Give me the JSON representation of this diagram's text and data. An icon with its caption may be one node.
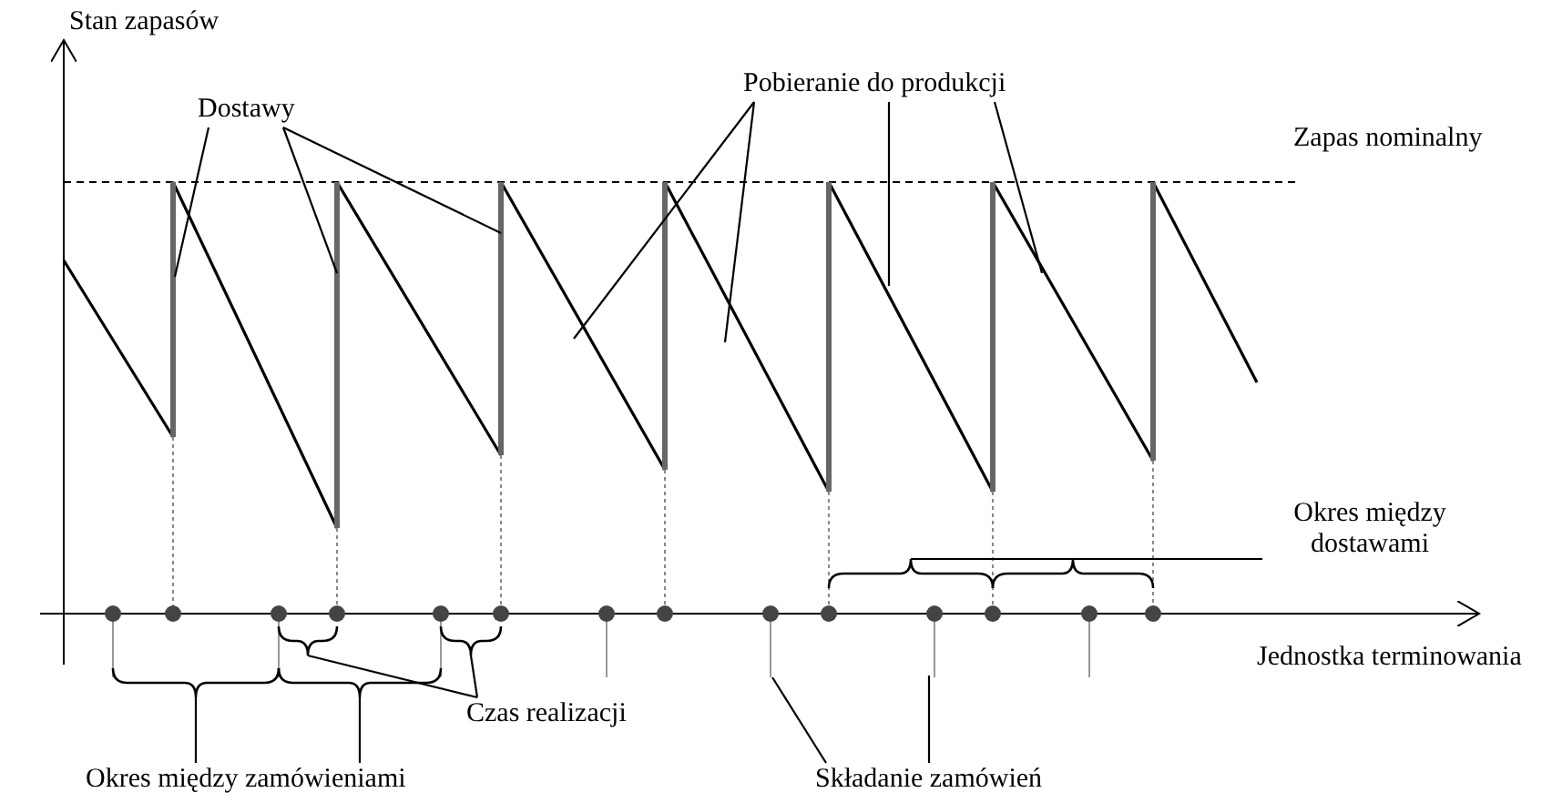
{
  "diagram": {
    "nodes": [
      {
        "text": [
          "Dostawy"
        ]
      },
      {
        "text": [
          "Pobieranie do produkcji"
        ]
      },
      {
        "text": [
          "Okres między dostawami"
        ]
      },
      {
        "text": [
          "Czas realizacji"
        ]
      },
      {
        "text": [
          "Okres między zamówieniami"
        ]
      },
      {
        "text": [
          "Składanie zamówień"
        ]
      },
      {
        "text": [],
        "shape": "brace"
      },
      {
        "text": [],
        "shape": "brace"
      },
      {
        "text": [],
        "shape": "brace"
      },
      {
        "text": [],
        "shape": "brace"
      },
      {
        "text": [],
        "shape": "brace"
      },
      {
        "text": [],
        "shape": "brace"
      }
    ],
    "edges": [
      {
        "from": 0,
        "to": null,
        "arrow": "none"
      },
      {
        "from": 0,
        "to": null,
        "arrow": "none"
      },
      {
        "from": 0,
        "to": null,
        "arrow": "none"
      },
      {
        "from": 1,
        "to": null,
        "arrow": "none"
      },
      {
        "from": 1,
        "to": null,
        "arrow": "none"
      },
      {
        "from": 1,
        "to": null,
        "arrow": "none"
      },
      {
        "from": 1,
        "to": null,
        "arrow": "none"
      },
      {
        "from": 2,
        "to": 10,
        "arrow": "none"
      },
      {
        "from": 2,
        "to": 11,
        "arrow": "none"
      },
      {
        "from": 3,
        "to": 7,
        "arrow": "none"
      },
      {
        "from": 3,
        "to": 9,
        "arrow": "none"
      },
      {
        "from": 4,
        "to": 6,
        "arrow": "none"
      },
      {
        "from": 4,
        "to": 8,
        "arrow": "none"
      },
      {
        "from": 5,
        "to": null,
        "arrow": "none"
      },
      {
        "from": 5,
        "to": null,
        "arrow": "none"
      }
    ],
    "labels": [
      "Stan zapasów",
      "Zapas nominalny",
      "Jednostka terminowania"
    ]
  }
}
